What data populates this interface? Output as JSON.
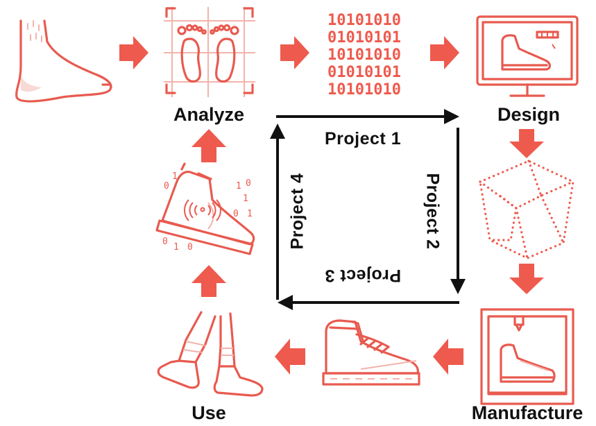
{
  "stages": {
    "analyze": "Analyze",
    "design": "Design",
    "manufacture": "Manufacture",
    "use": "Use"
  },
  "projects": {
    "p1": "Project 1",
    "p2": "Project 2",
    "p3": "Project 3",
    "p4": "Project 4"
  },
  "binary_rows": [
    "10101010",
    "01010101",
    "10101010",
    "01010101",
    "10101010"
  ],
  "sensor_digits": [
    "0",
    "1",
    "1",
    "0",
    "1",
    "0",
    "1",
    "0",
    "1",
    "0"
  ],
  "colors": {
    "accent": "#ee5a4d",
    "accent_light": "#f3b3ab",
    "flow": "#111111"
  },
  "icons": [
    "foot-icon",
    "footprint-scan-icon",
    "binary-data-icon",
    "monitor-design-icon",
    "wireframe-mesh-icon",
    "3d-printer-icon",
    "sneaker-icon",
    "walking-legs-icon",
    "smart-sneaker-icon"
  ]
}
